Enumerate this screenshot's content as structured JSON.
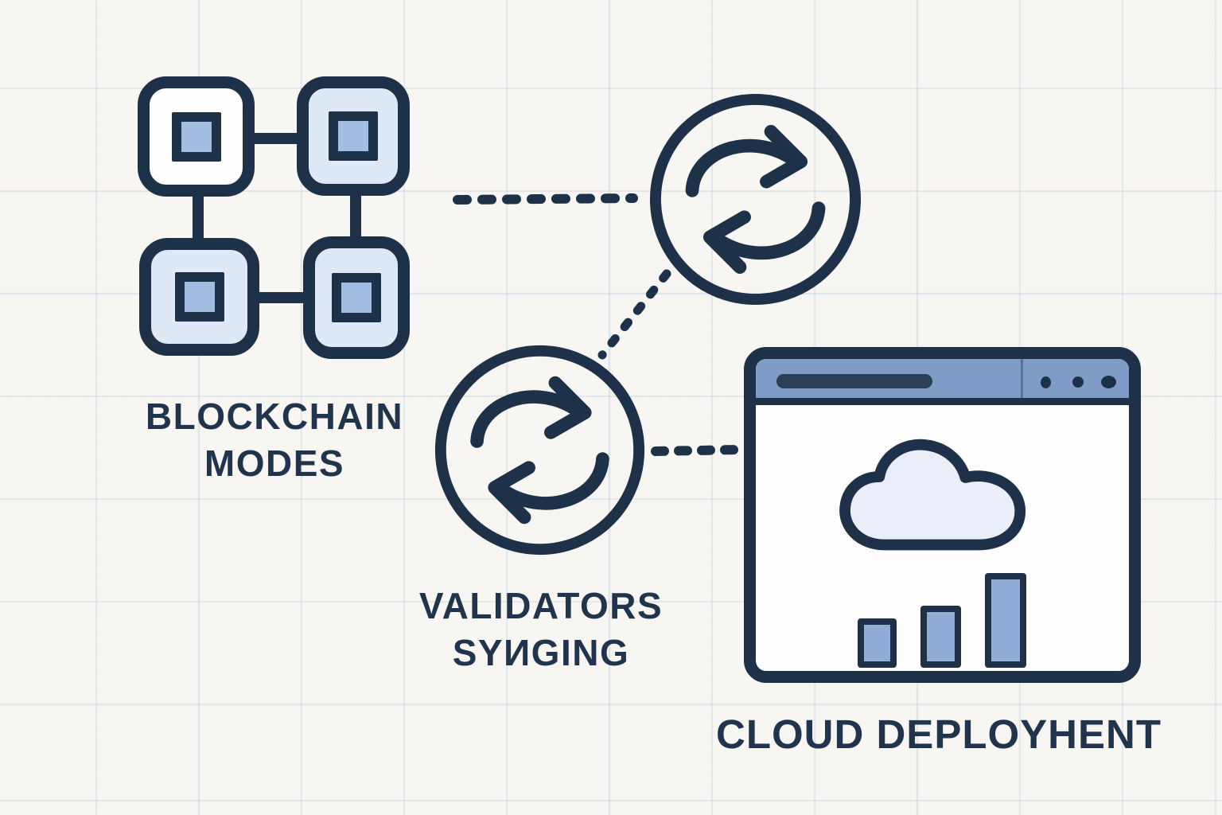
{
  "diagram_title": "Blockchain nodes syncing to cloud deployment (sketch diagram)",
  "colors": {
    "ink": "#1d3248",
    "bg": "#f7f6f2",
    "node_fill": "#dfe8f5",
    "node_white": "#fefefe",
    "inner_square": "#a3bce2",
    "bar_top": "#7e9cc6",
    "url_pill": "#2c3e58",
    "cloud_fill": "#e9eef8",
    "chart_bar": "#8fabd6"
  },
  "labels": {
    "blockchain": {
      "line1": "BLOCKCHAIN",
      "line2": "MODES"
    },
    "validators": {
      "line1": "VALIDATORS",
      "line2": "SYИGING"
    },
    "cloud": {
      "text": "CLOUD DEPLOYHENT"
    }
  },
  "icons": [
    "blockchain-nodes-icon",
    "sync-icon-top",
    "sync-icon-bottom",
    "browser-window-icon",
    "cloud-icon",
    "bar-chart-icon",
    "url-bar-icon",
    "window-dots-icon"
  ],
  "connections": [
    {
      "from": "blockchain-nodes",
      "to": "sync-top",
      "style": "dotted"
    },
    {
      "from": "sync-top",
      "to": "sync-bottom",
      "style": "dotted"
    },
    {
      "from": "sync-bottom",
      "to": "cloud-deployment-window",
      "style": "dotted"
    }
  ]
}
